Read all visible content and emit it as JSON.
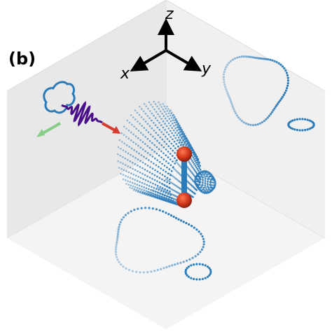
{
  "panel_label": "(b)",
  "axes": {
    "z": "z",
    "x": "x",
    "y": "y"
  },
  "colors": {
    "pattern": "#2b7bb9",
    "pulse": "#4b0f8a",
    "incident_arrow": "#d63b2f",
    "scattered_arrow": "#88cc88",
    "atom": "#c0321a",
    "box_left": "#e7e7e7",
    "box_right": "#efefef",
    "box_floor": "#f3f3f3"
  }
}
